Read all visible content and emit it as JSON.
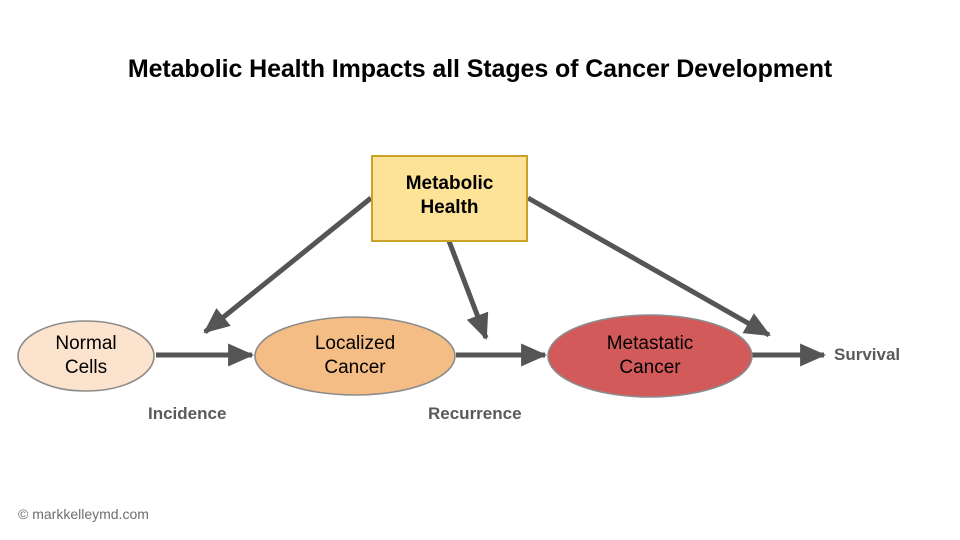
{
  "diagram": {
    "title": "Metabolic Health Impacts all Stages of Cancer Development",
    "type": "flow-diagram",
    "background_color": "#ffffff",
    "arrow_color": "#555555",
    "hub": {
      "id": "metabolic-health",
      "shape": "rectangle",
      "line1": "Metabolic",
      "line2": "Health",
      "fill_color": "#fce397",
      "stroke_color": "#c9a227",
      "text_color": "#000000"
    },
    "stages": [
      {
        "id": "normal-cells",
        "shape": "ellipse",
        "line1": "Normal",
        "line2": "Cells",
        "fill_color": "#fbe3cd",
        "stroke_color": "#8c8c8c",
        "text_color": "#000000"
      },
      {
        "id": "localized-cancer",
        "shape": "ellipse",
        "line1": "Localized",
        "line2": "Cancer",
        "fill_color": "#f4bd85",
        "stroke_color": "#8c8c8c",
        "text_color": "#000000"
      },
      {
        "id": "metastatic-cancer",
        "shape": "ellipse",
        "line1": "Metastatic",
        "line2": "Cancer",
        "fill_color": "#d25a5a",
        "stroke_color": "#8c8c8c",
        "text_color": "#000000"
      }
    ],
    "transition_labels": [
      {
        "id": "incidence",
        "text": "Incidence"
      },
      {
        "id": "recurrence",
        "text": "Recurrence"
      }
    ],
    "terminal": {
      "id": "survival",
      "text": "Survival",
      "text_color": "#5a5a5a"
    },
    "influence_arrows": [
      {
        "from": "metabolic-health",
        "to": "incidence"
      },
      {
        "from": "metabolic-health",
        "to": "recurrence"
      },
      {
        "from": "metabolic-health",
        "to": "survival"
      }
    ],
    "progression_arrows": [
      {
        "from": "normal-cells",
        "to": "localized-cancer"
      },
      {
        "from": "localized-cancer",
        "to": "metastatic-cancer"
      },
      {
        "from": "metastatic-cancer",
        "to": "survival"
      }
    ]
  },
  "footer": {
    "credit": "© markkelleymd.com"
  }
}
